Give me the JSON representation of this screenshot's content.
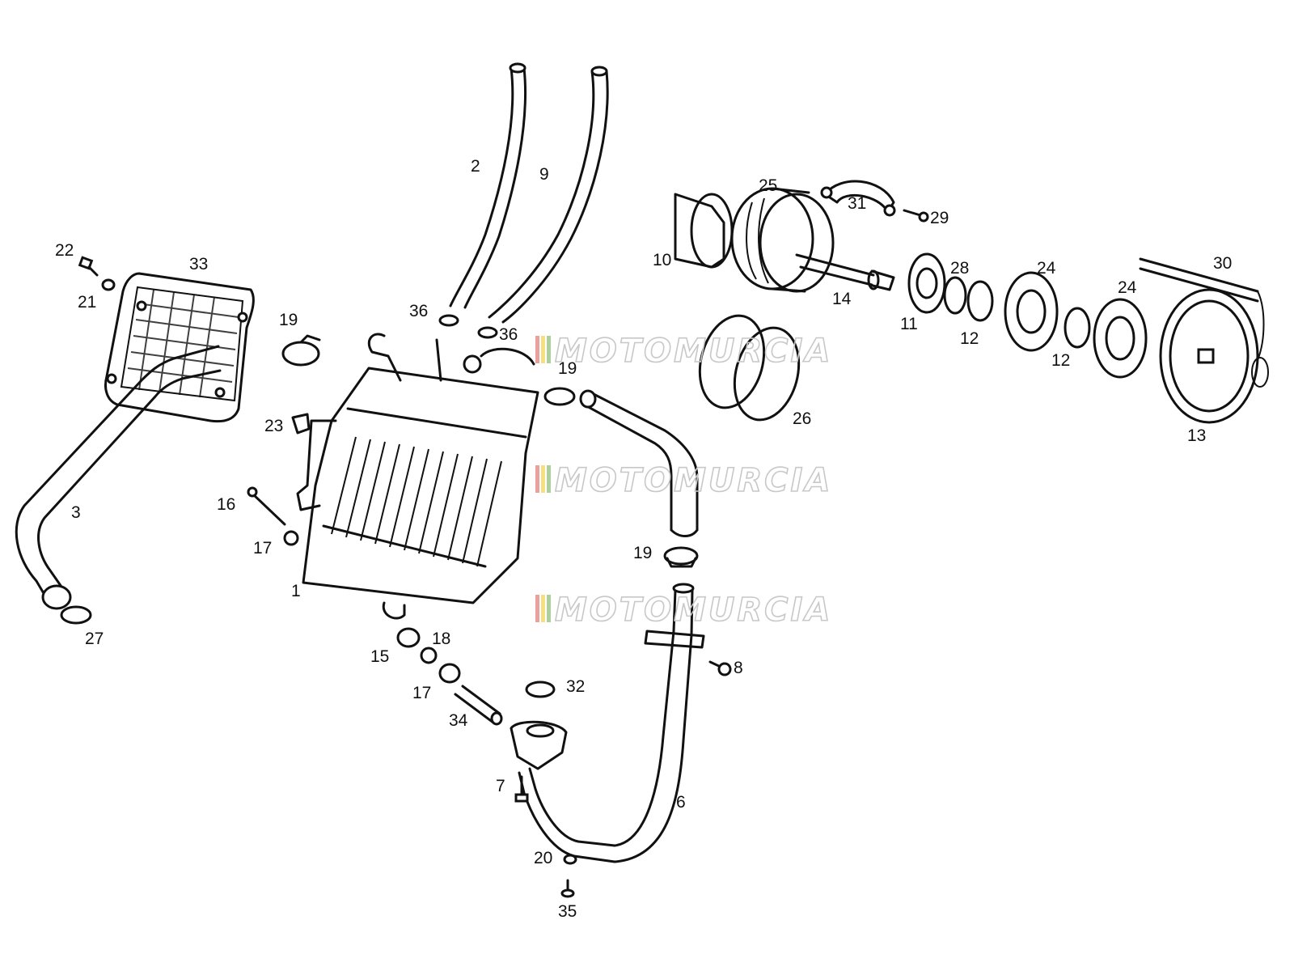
{
  "callouts": {
    "c1": "1",
    "c2": "2",
    "c3": "3",
    "c6": "6",
    "c7": "7",
    "c8": "8",
    "c9": "9",
    "c10": "10",
    "c11": "11",
    "c12a": "12",
    "c12b": "12",
    "c13": "13",
    "c14": "14",
    "c15": "15",
    "c16": "16",
    "c17a": "17",
    "c17b": "17",
    "c18": "18",
    "c19a": "19",
    "c19b": "19",
    "c19c": "19",
    "c20": "20",
    "c21": "21",
    "c22": "22",
    "c23": "23",
    "c24a": "24",
    "c24b": "24",
    "c25": "25",
    "c26": "26",
    "c27": "27",
    "c28": "28",
    "c29": "29",
    "c30": "30",
    "c31": "31",
    "c32": "32",
    "c33": "33",
    "c34": "34",
    "c35": "35",
    "c36a": "36",
    "c36b": "36"
  },
  "watermark": "MOTOMURCIA",
  "colors": {
    "line": "#111111",
    "watermark_outline": "#c8c8c8",
    "stripe_red": "#d9534f",
    "stripe_yellow": "#f0c419",
    "stripe_green": "#6aa84f"
  }
}
